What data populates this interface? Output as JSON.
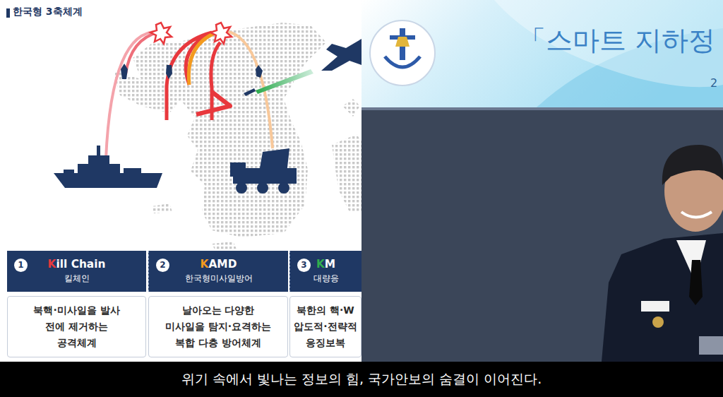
{
  "diagram": {
    "title": "한국형 3축체계",
    "caption": "위기 속에서 빛나는 정보의 힘, 국가안보의 숨결이 이어진다.",
    "nodes": [
      {
        "text": [
          "1",
          "Kill Chain",
          "킬체인",
          "북핵·미사일을 발사 전에 제거하는 공격체계"
        ]
      },
      {
        "text": [
          "2",
          "KAMD",
          "한국형미사일방어",
          "날아오는 다양한 미사일을 탐지·요격하는 복합 다층 방어체계"
        ]
      },
      {
        "text": [
          "3",
          "KM",
          "대량응",
          "북한의 핵·W 압도적·전략적 응징보복"
        ]
      }
    ],
    "labels": [
      "「스마트 지하정",
      "2"
    ]
  }
}
